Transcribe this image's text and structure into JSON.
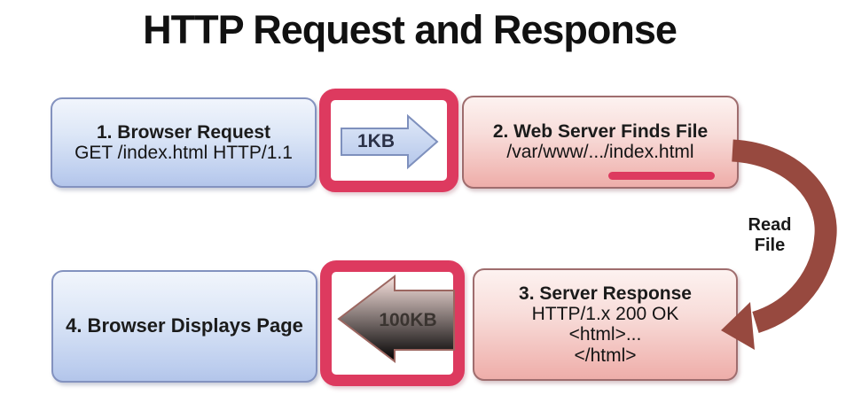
{
  "title": "HTTP Request and Response",
  "colors": {
    "frame_accent": "#dd3a5f",
    "read_arrow_brown": "#97493f",
    "request_box_blue": "#bccdee",
    "response_box_pink": "#f0b5b1"
  },
  "diagram": {
    "boxes": [
      {
        "id": "browser-request",
        "heading": "1. Browser Request",
        "detail": "GET /index.html HTTP/1.1"
      },
      {
        "id": "web-server-finds-file",
        "heading": "2. Web Server Finds File",
        "detail": "/var/www/.../index.html"
      },
      {
        "id": "server-response",
        "heading": "3. Server Response",
        "detail_lines": [
          "HTTP/1.x 200 OK",
          "<html>...",
          "</html>"
        ]
      },
      {
        "id": "browser-displays-page",
        "heading": "4. Browser Displays Page"
      }
    ],
    "arrows": {
      "request": {
        "label": "1KB",
        "direction": "right"
      },
      "response": {
        "label": "100KB",
        "direction": "left"
      },
      "read_file": {
        "label": "Read File",
        "shape": "curved"
      }
    }
  }
}
